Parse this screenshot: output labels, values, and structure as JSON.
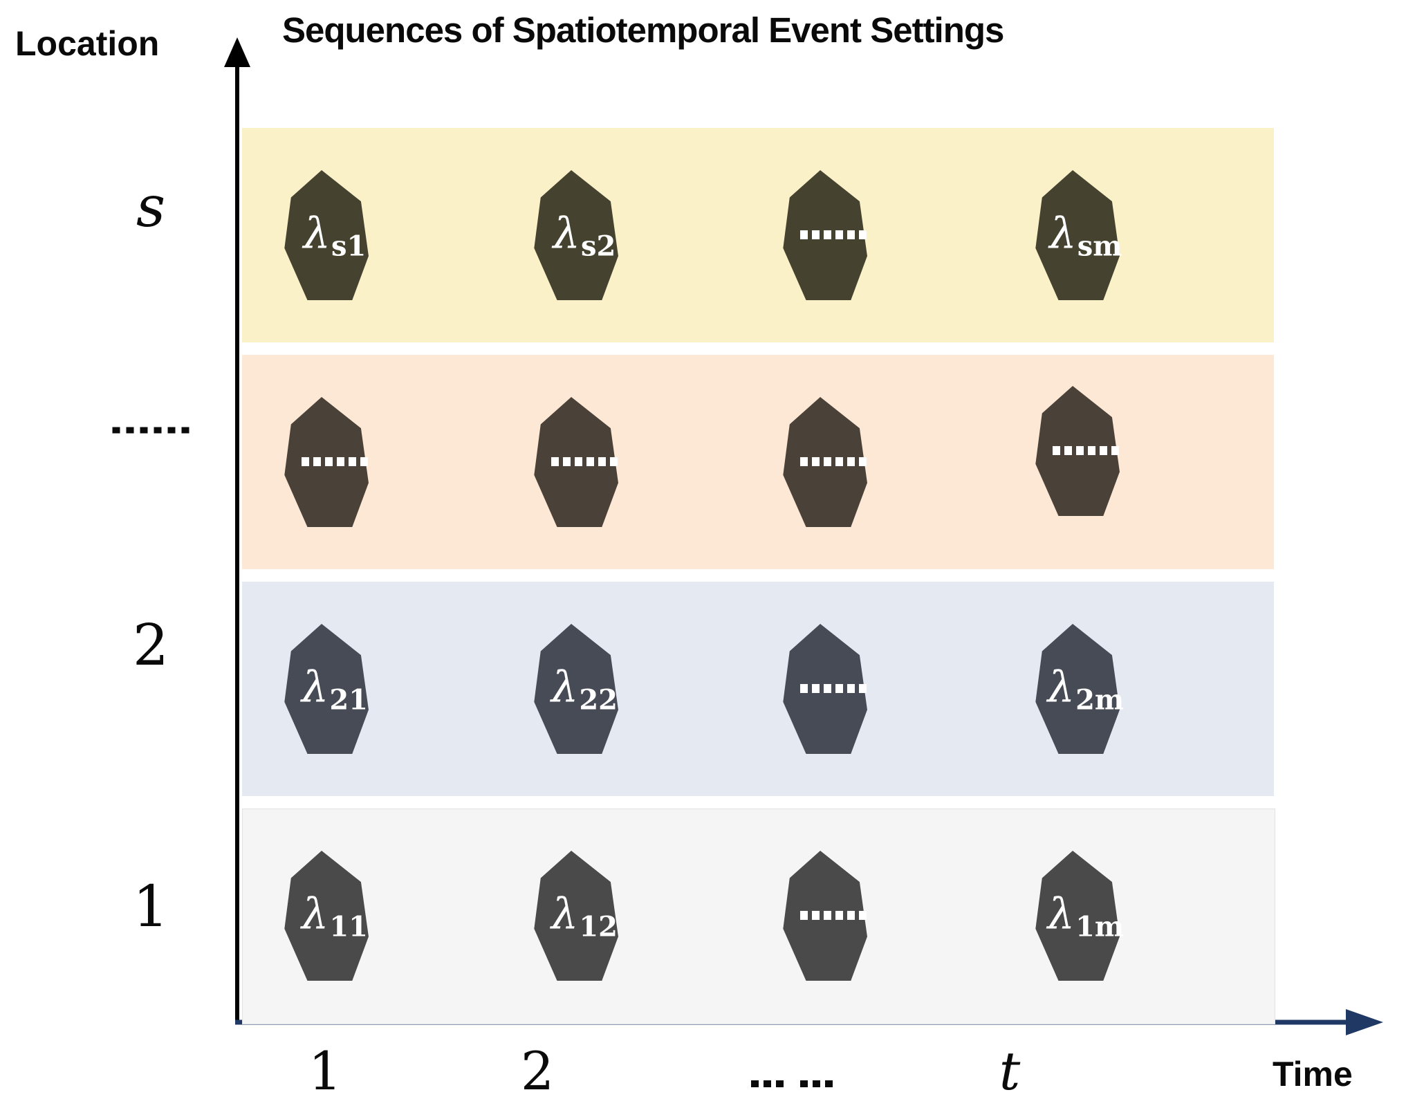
{
  "title": "Sequences of Spatiotemporal Event Settings",
  "axes": {
    "y_label": "Location",
    "x_label": "Time",
    "y_axis_color": "#000000",
    "x_axis_color": "#1f3864"
  },
  "lambda_symbol": "λ",
  "dots_text": "......",
  "x_ticks": [
    {
      "label": "1",
      "style": "serif"
    },
    {
      "label": "2",
      "style": "serif"
    },
    {
      "label": "... ...",
      "style": "dots"
    },
    {
      "label": "t",
      "style": "italic"
    }
  ],
  "blob_text_color": "#ffffff",
  "rows": [
    {
      "location_tick": "s",
      "tick_style": "italic",
      "band_color": "#faf1c9",
      "blob_color": "#45432f",
      "blobs": [
        {
          "kind": "lambda",
          "subscript": "s1"
        },
        {
          "kind": "lambda",
          "subscript": "s2"
        },
        {
          "kind": "dots",
          "label": "......"
        },
        {
          "kind": "lambda",
          "subscript": "sm"
        }
      ]
    },
    {
      "location_tick": "......",
      "tick_style": "dots",
      "band_color": "#fde8d5",
      "blob_color": "#4a4238",
      "blobs": [
        {
          "kind": "dots",
          "label": "......"
        },
        {
          "kind": "dots",
          "label": "......"
        },
        {
          "kind": "dots",
          "label": "......"
        },
        {
          "kind": "dots",
          "label": "......",
          "dy": -16
        }
      ]
    },
    {
      "location_tick": "2",
      "tick_style": "serif",
      "band_color": "#e4e9f2",
      "blob_color": "#474b55",
      "blobs": [
        {
          "kind": "lambda",
          "subscript": "21"
        },
        {
          "kind": "lambda",
          "subscript": "22"
        },
        {
          "kind": "dots",
          "label": "......"
        },
        {
          "kind": "lambda",
          "subscript": "2m"
        }
      ]
    },
    {
      "location_tick": "1",
      "tick_style": "serif",
      "band_color": "#f5f5f6",
      "band_border": "#e2e2e2",
      "blob_color": "#4a4a4a",
      "blobs": [
        {
          "kind": "lambda",
          "subscript": "11"
        },
        {
          "kind": "lambda",
          "subscript": "12"
        },
        {
          "kind": "dots",
          "label": "......"
        },
        {
          "kind": "lambda",
          "subscript": "1m"
        }
      ]
    }
  ]
}
